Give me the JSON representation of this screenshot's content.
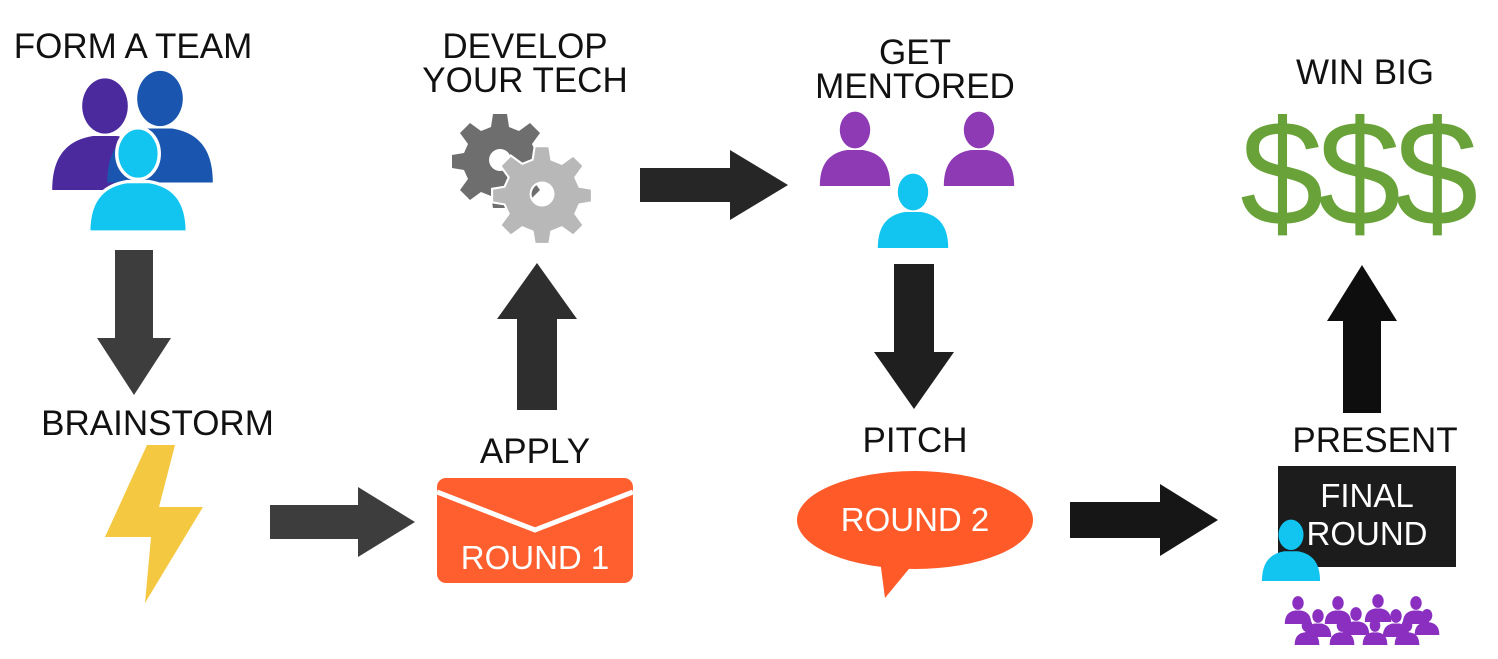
{
  "steps": {
    "form_team": "FORM A TEAM",
    "brainstorm": "BRAINSTORM",
    "apply": "APPLY",
    "develop_line1": "DEVELOP",
    "develop_line2": "YOUR TECH",
    "mentored_line1": "GET",
    "mentored_line2": "MENTORED",
    "pitch": "PITCH",
    "present": "PRESENT",
    "win_big": "WIN BIG"
  },
  "badges": {
    "round1": "ROUND 1",
    "round2": "ROUND 2",
    "final_line1": "FINAL",
    "final_line2": "ROUND",
    "money": "$$$"
  },
  "colors": {
    "team_dark_purple": "#4b2a9e",
    "team_blue": "#1a55b0",
    "cyan_person": "#12c5f0",
    "mentor_purple": "#8e3ab4",
    "audience_purple": "#8a2fc0",
    "bolt_yellow": "#f5c842",
    "envelope_orange": "#ff5f2e",
    "bubble_orange": "#ff5a28",
    "final_board": "#1c1c1c",
    "money_green": "#6aa23a",
    "arrow_gray": "#3a3a3a",
    "arrow_black": "#111111"
  },
  "icons": [
    "team-icon",
    "gears-icon",
    "mentors-icon",
    "money-icon",
    "lightning-icon",
    "envelope-icon",
    "speech-bubble-icon",
    "presentation-board-icon",
    "audience-icon"
  ]
}
